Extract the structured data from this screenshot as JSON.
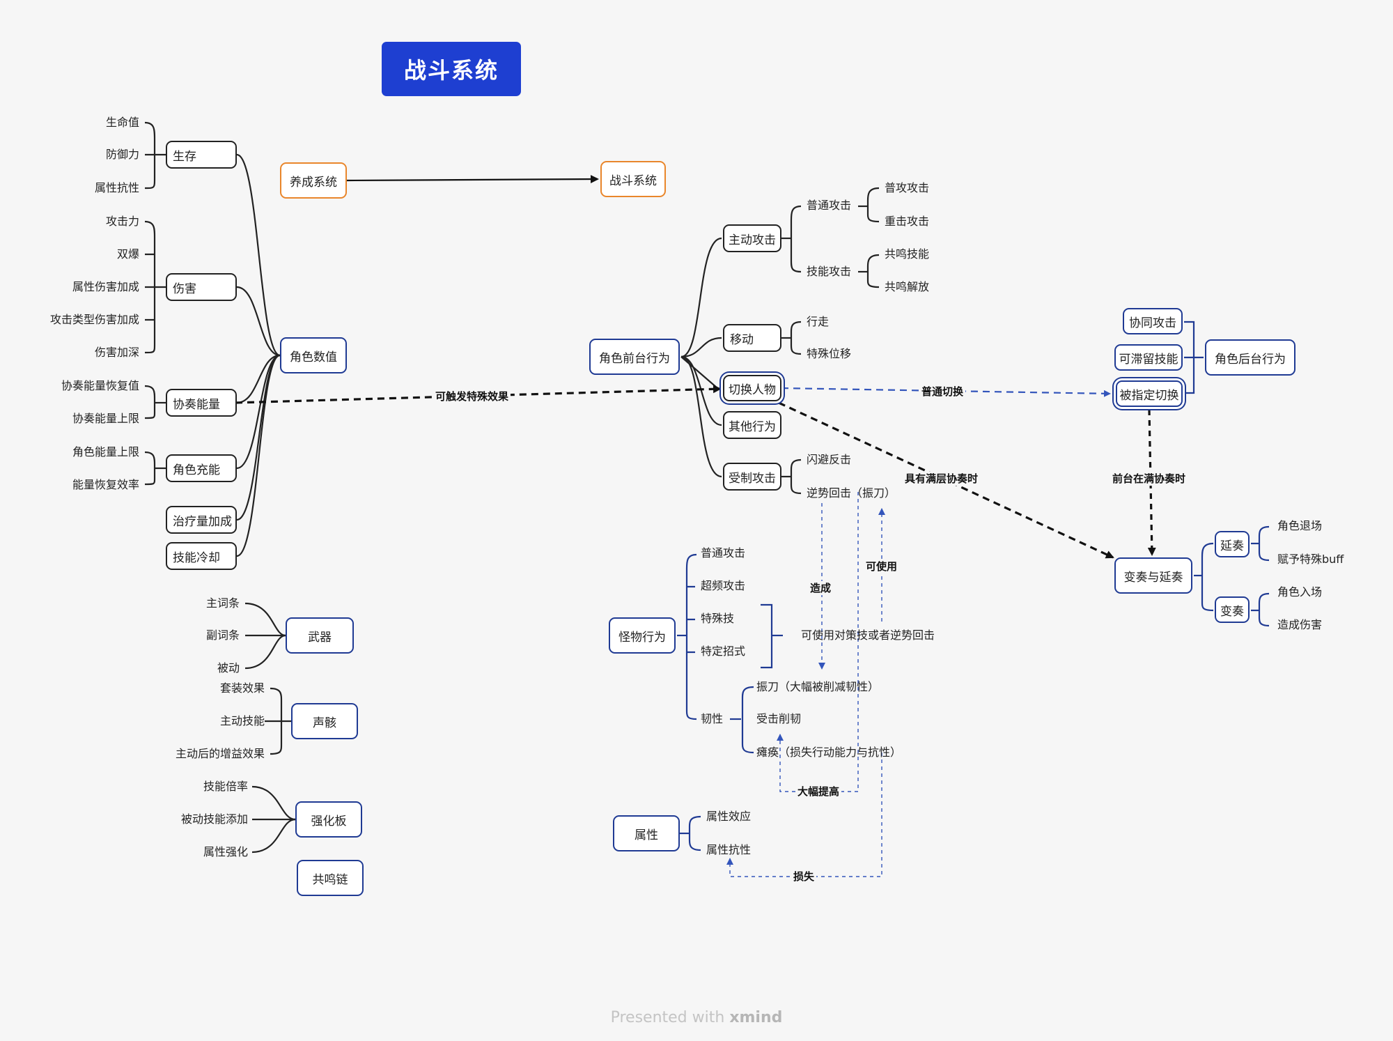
{
  "title": "战斗系统",
  "nodes": {
    "yangcheng": "养成系统",
    "zhandou": "战斗系统",
    "juese_shuzhi": "角色数值",
    "shengcun": "生存",
    "shanghai": "伤害",
    "xiezou_nengliang": "协奏能量",
    "juese_chongneng": "角色充能",
    "zhiliao": "治疗量加成",
    "jineng_lengque": "技能冷却",
    "wuqi": "武器",
    "shenghai": "声骸",
    "qianghuaban": "强化板",
    "gongminglian": "共鸣链",
    "qiantai": "角色前台行为",
    "zhudong_gongji": "主动攻击",
    "yidong": "移动",
    "qiehuan": "切换人物",
    "qita": "其他行为",
    "shouzhi": "受制攻击",
    "guaiwu": "怪物行为",
    "shuxing": "属性",
    "houtai": "角色后台行为",
    "xietong": "协同攻击",
    "kezhiliu": "可滞留技能",
    "beizhiding": "被指定切换",
    "bianzou": "变奏与延奏",
    "yanzou": "延奏",
    "bianzou2": "变奏"
  },
  "labels": {
    "shengcun_items": [
      "生命值",
      "防御力",
      "属性抗性"
    ],
    "shanghai_items": [
      "攻击力",
      "双爆",
      "属性伤害加成",
      "攻击类型伤害加成",
      "伤害加深"
    ],
    "xiezou_items": [
      "协奏能量恢复值",
      "协奏能量上限"
    ],
    "chongneng_items": [
      "角色能量上限",
      "能量恢复效率"
    ],
    "wuqi_items": [
      "主词条",
      "副词条",
      "被动"
    ],
    "shenghai_items": [
      "套装效果",
      "主动技能",
      "主动后的增益效果"
    ],
    "qianghua_items": [
      "技能倍率",
      "被动技能添加",
      "属性强化"
    ],
    "putong_gongji": "普通攻击",
    "jineng_gongji": "技能攻击",
    "pugong": "普攻攻击",
    "zhongji": "重击攻击",
    "gongming_jineng": "共鸣技能",
    "gongming_jiefang": "共鸣解放",
    "xingzou": "行走",
    "teshu_weiyi": "特殊位移",
    "shanbi": "闪避反击",
    "nishi": "逆势回击（振刀）",
    "guaiwu_items": [
      "普通攻击",
      "超频攻击",
      "特殊技",
      "特定招式"
    ],
    "renxing": "韧性",
    "duice": "可使用对策技或者逆势回击",
    "renxing_items": [
      "振刀（大幅被削减韧性）",
      "受击削韧",
      "瘫痪（损失行动能力与抗性）"
    ],
    "shuxing_items": [
      "属性效应",
      "属性抗性"
    ],
    "yanzou_items": [
      "角色退场",
      "赋予特殊buff"
    ],
    "bianzou_items": [
      "角色入场",
      "造成伤害"
    ]
  },
  "edge_labels": {
    "kechufa": "可触发特殊效果",
    "putong_qiehuan": "普通切换",
    "manceng": "具有满层协奏时",
    "qiantai_man": "前台在满协奏时",
    "zaocheng": "造成",
    "keshiyong": "可使用",
    "dafu": "大幅提高",
    "sunshi": "损失"
  },
  "colors": {
    "title_bg": "#1e3fd1",
    "blue": "#1f3a93",
    "orange": "#e9862b",
    "black": "#222222",
    "dash_blue": "#3355bb",
    "background": "#f6f6f6"
  },
  "footer": {
    "prefix": "Presented with ",
    "brand": "xmind"
  }
}
